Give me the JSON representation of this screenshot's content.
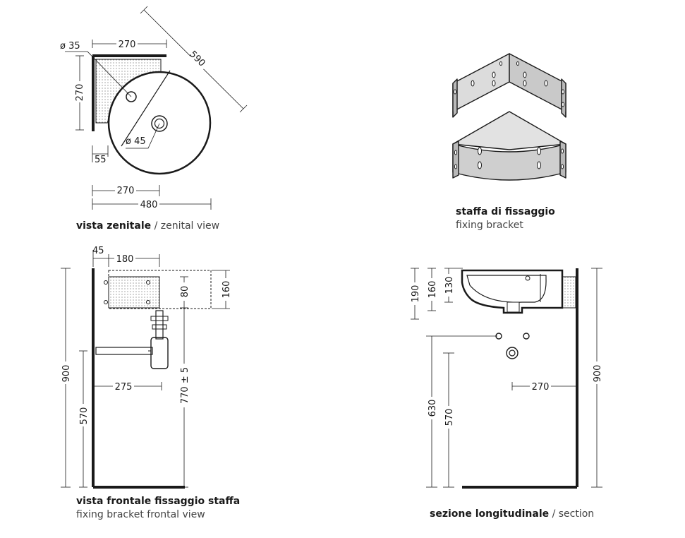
{
  "zenital": {
    "dims": {
      "hole_dia": "ø 35",
      "top_width": "270",
      "diagonal": "590",
      "side_height": "270",
      "drain_dia": "ø 45",
      "offset": "55",
      "bottom_width": "270",
      "total_width": "480"
    },
    "caption_bold": "vista zenitale",
    "caption_rest": " / zenital view"
  },
  "bracket": {
    "caption_it": "staffa di fissaggio",
    "caption_en": "fixing bracket"
  },
  "frontal": {
    "dims": {
      "wall_offset": "45",
      "bracket_width": "180",
      "bracket_height": "80",
      "basin_height": "160",
      "height_total": "900",
      "trap_depth": "275",
      "mount_height": "770 ± 5",
      "waste_height": "570"
    },
    "caption_it": "vista frontale fissaggio staffa",
    "caption_en": "fixing bracket frontal view"
  },
  "section": {
    "dims": {
      "rim_190": "190",
      "rim_160": "160",
      "rim_130": "130",
      "height_total": "900",
      "depth": "270",
      "h_630": "630",
      "h_570": "570"
    },
    "caption_bold": "sezione longitudinale",
    "caption_rest": " / section"
  }
}
